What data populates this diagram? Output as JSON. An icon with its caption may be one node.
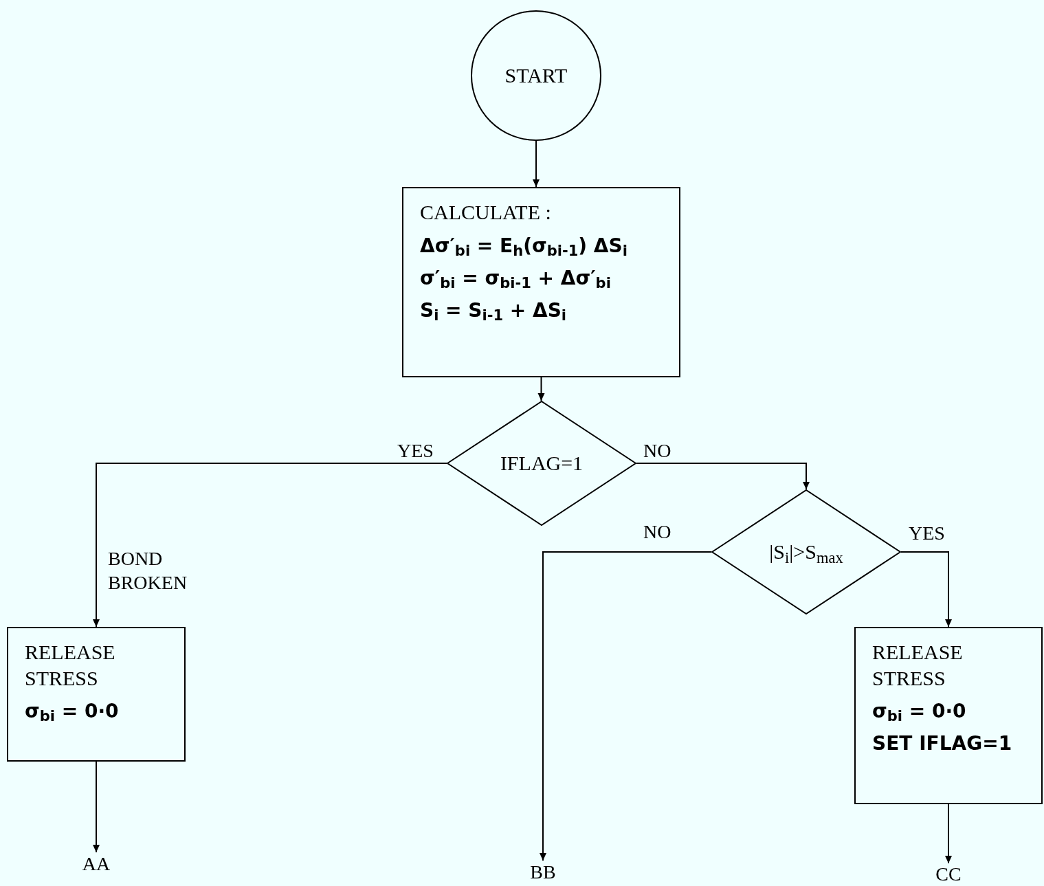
{
  "diagram": {
    "nodes": [
      {
        "text": [
          "START"
        ]
      },
      {
        "text": [
          "CALCULATE :",
          "Δσ′$_{bi}$ = E$_{h}$(σ$_{bi-1}$) ΔS$_{i}$",
          "σ′$_{bi}$ = σ$_{bi-1}$ + Δσ′$_{bi}$",
          "S$_{i}$ = S$_{i-1}$ + ΔS$_{i}$"
        ]
      },
      {
        "text": [
          "IFLAG=1"
        ]
      },
      {
        "text": [
          "|S$_{i}$|>S$_{max}$"
        ]
      },
      {
        "text": [
          "RELEASE STRESS",
          "σ$_{bi}$ = 0·0"
        ]
      },
      {
        "text": [
          "RELEASE STRESS",
          "σ$_{bi}$ = 0·0",
          "SET IFLAG=1"
        ]
      },
      {
        "text": [
          "AA"
        ]
      },
      {
        "text": [
          "BB"
        ]
      },
      {
        "text": [
          "CC"
        ]
      }
    ],
    "edges": [
      {
        "from": 0,
        "to": 1,
        "arrow": "to"
      },
      {
        "from": 1,
        "to": 2,
        "arrow": "to"
      },
      {
        "from": 2,
        "to": 4,
        "label": "YES",
        "arrow": "to"
      },
      {
        "from": 2,
        "to": 3,
        "label": "NO",
        "arrow": "to"
      },
      {
        "from": 3,
        "to": 7,
        "label": "NO",
        "arrow": "to"
      },
      {
        "from": 3,
        "to": 5,
        "label": "YES",
        "arrow": "to"
      },
      {
        "from": 4,
        "to": 6,
        "arrow": "to"
      },
      {
        "from": 5,
        "to": 8,
        "arrow": "to"
      }
    ],
    "labels": [
      "BOND BROKEN"
    ]
  }
}
